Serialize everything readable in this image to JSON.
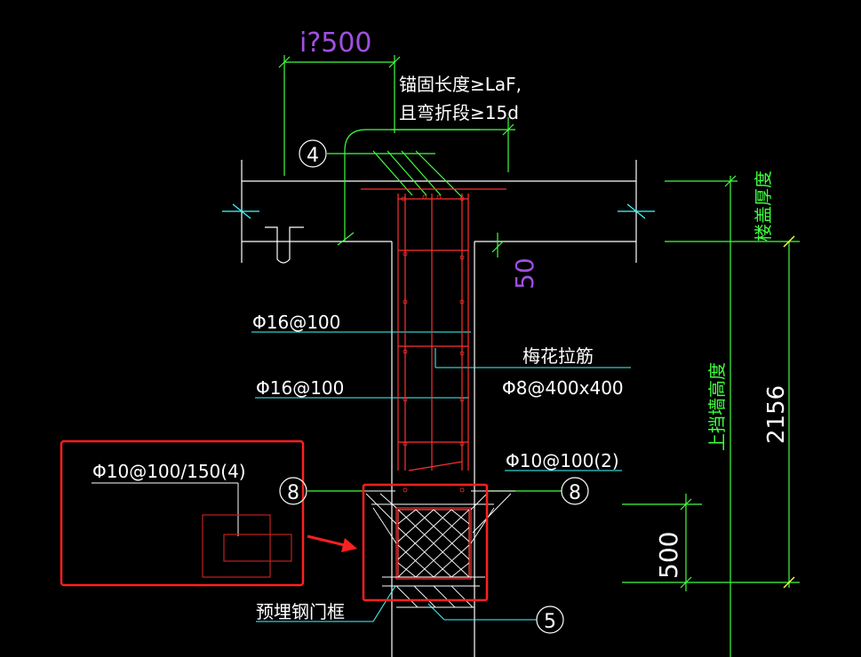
{
  "colors": {
    "background": "#000000",
    "white": "#ffffff",
    "green": "#40ff40",
    "red": "#ff3030",
    "cyan": "#40ffff",
    "yellow": "#ffff40",
    "purple": "#a050e0",
    "highlight": "#ff2020"
  },
  "labels": {
    "top_dimension": "i?500",
    "anchor_note_line1": "锚固长度≥LaF,",
    "anchor_note_line2": "且弯折段≥15d",
    "marker_4": "4",
    "dim_50": "50",
    "slab_thickness": "楼盖厚度",
    "rebar_1": "Φ16@100",
    "rebar_2": "Φ16@100",
    "tie_title": "梅花拉筋",
    "tie_spec": "Φ8@400x400",
    "stirrup_spec": "Φ10@100(2)",
    "wall_height": "上挡墙高度",
    "dim_2156": "2156",
    "detail_spec": "Φ10@100/150(4)",
    "marker_8_left": "8",
    "marker_8_right": "8",
    "dim_500": "500",
    "embedded_frame": "预埋钢门框",
    "marker_5": "5"
  }
}
